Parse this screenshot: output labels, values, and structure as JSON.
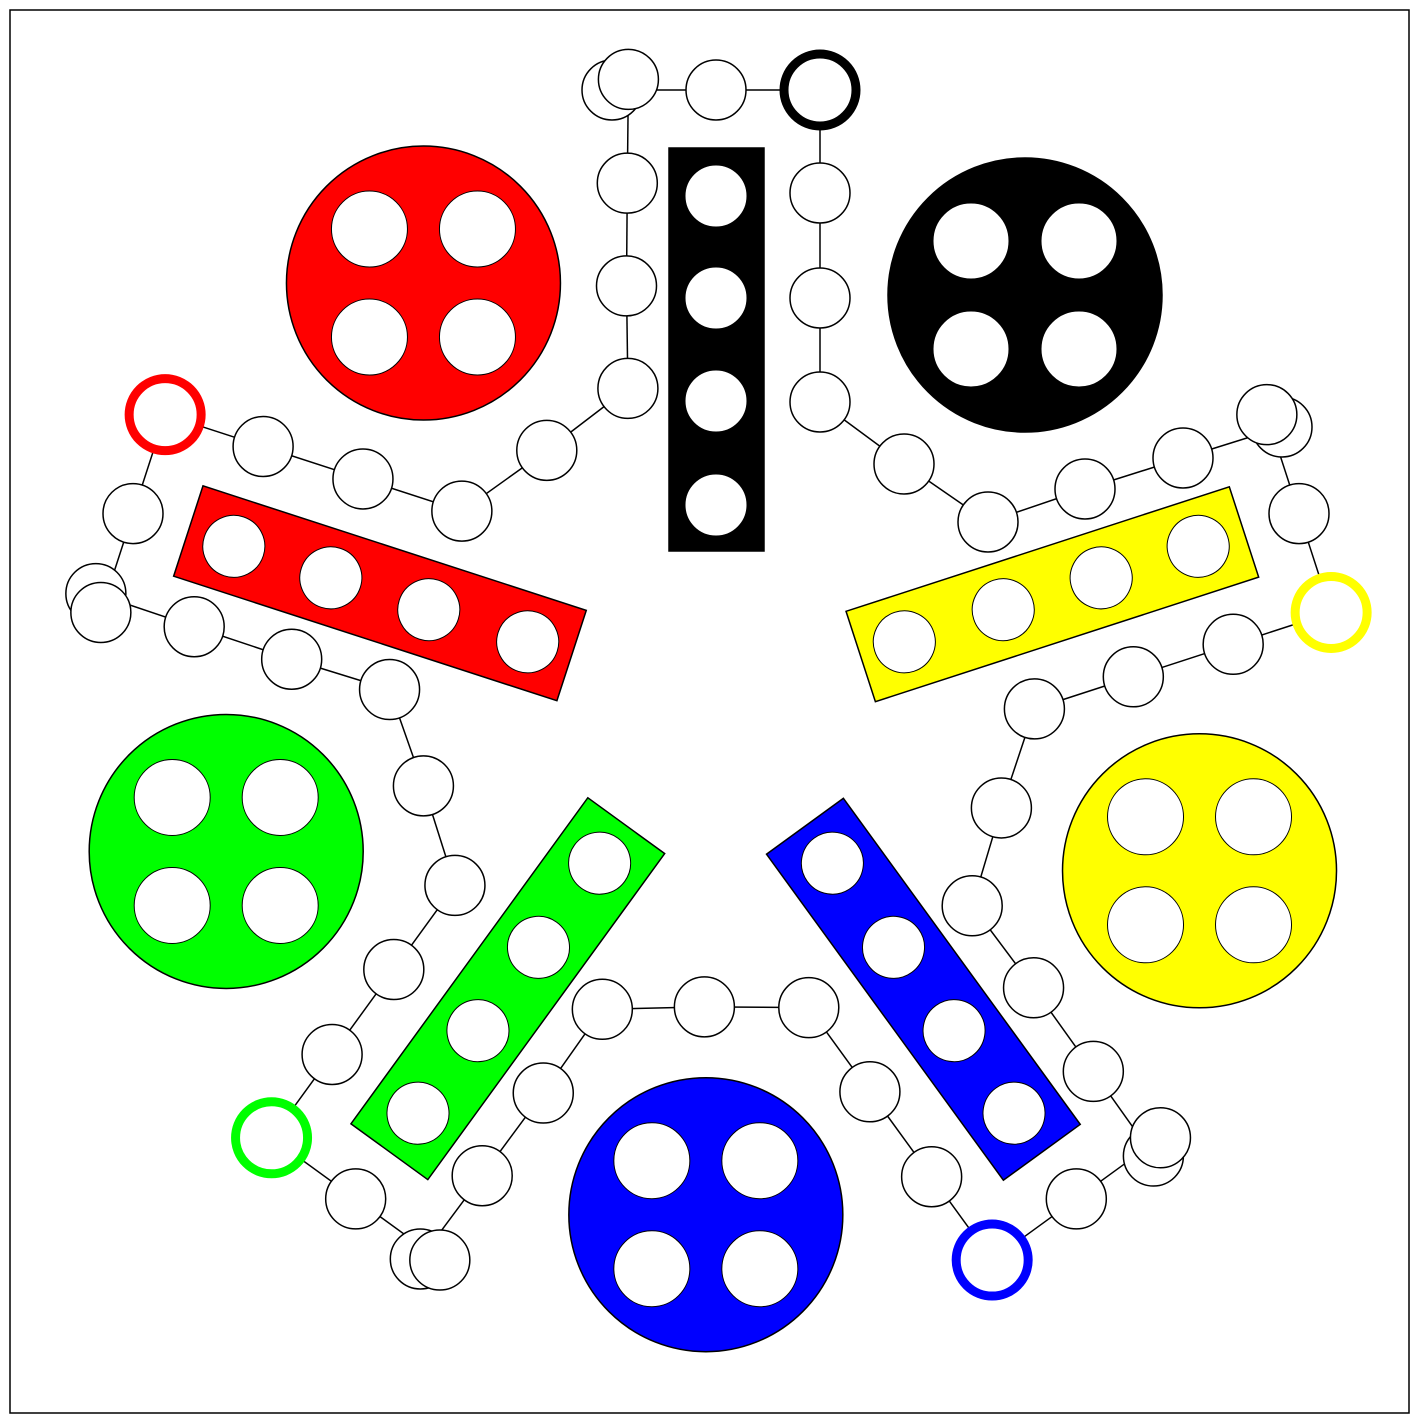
{
  "game": {
    "type": "pachisi-style race board",
    "players": [
      {
        "id": "black",
        "color": "#000000",
        "home_slots": 4,
        "finish_slots": 4
      },
      {
        "id": "yellow",
        "color": "#ffff00",
        "home_slots": 4,
        "finish_slots": 4
      },
      {
        "id": "blue",
        "color": "#0000ff",
        "home_slots": 4,
        "finish_slots": 4
      },
      {
        "id": "green",
        "color": "#00ff00",
        "home_slots": 4,
        "finish_slots": 4
      },
      {
        "id": "red",
        "color": "#ff0000",
        "home_slots": 4,
        "finish_slots": 4
      }
    ],
    "track_field_count": 55,
    "field_color": "#ffffff",
    "line_color": "#000000",
    "pieces_on_board": 0
  }
}
